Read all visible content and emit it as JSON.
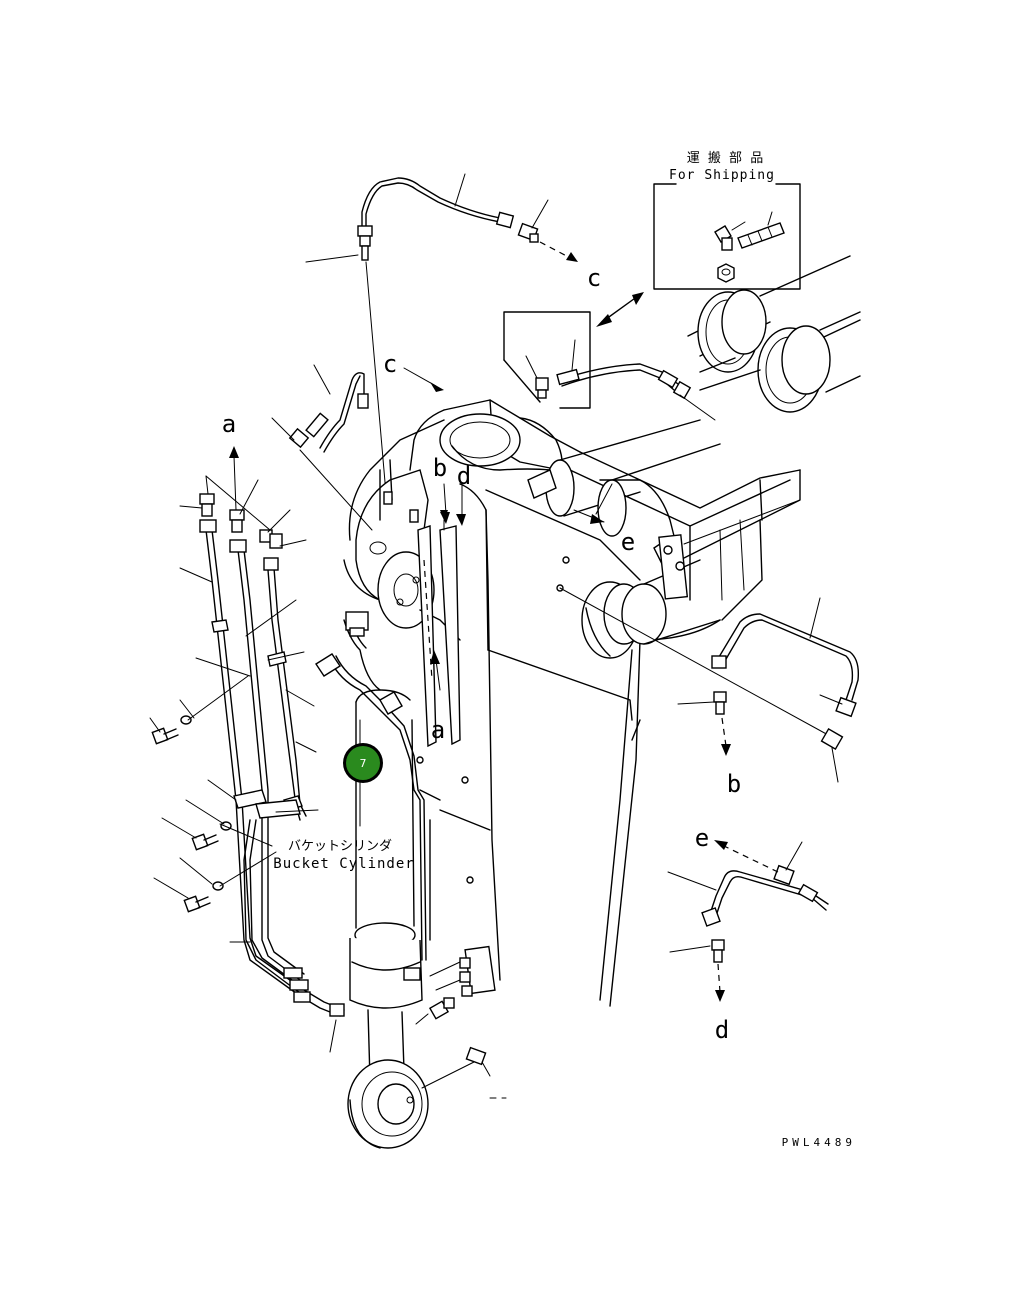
{
  "shipping_box": {
    "title_jp": "運 搬 部 品",
    "title_en": "For Shipping"
  },
  "bucket_cylinder": {
    "label_jp": "バケットシリンダ",
    "label_en": "Bucket Cylinder"
  },
  "hotspot": {
    "number": "7",
    "color": "#2a8a1e",
    "ring_color": "#000000"
  },
  "connection_letters": {
    "a_top": "a",
    "a_mid": "a",
    "b_top": "b",
    "b_right": "b",
    "c_top": "c",
    "c_mid": "c",
    "d_top": "d",
    "d_right": "d",
    "e_mid": "e",
    "e_right": "e"
  },
  "drawing_number": "PWL4489"
}
